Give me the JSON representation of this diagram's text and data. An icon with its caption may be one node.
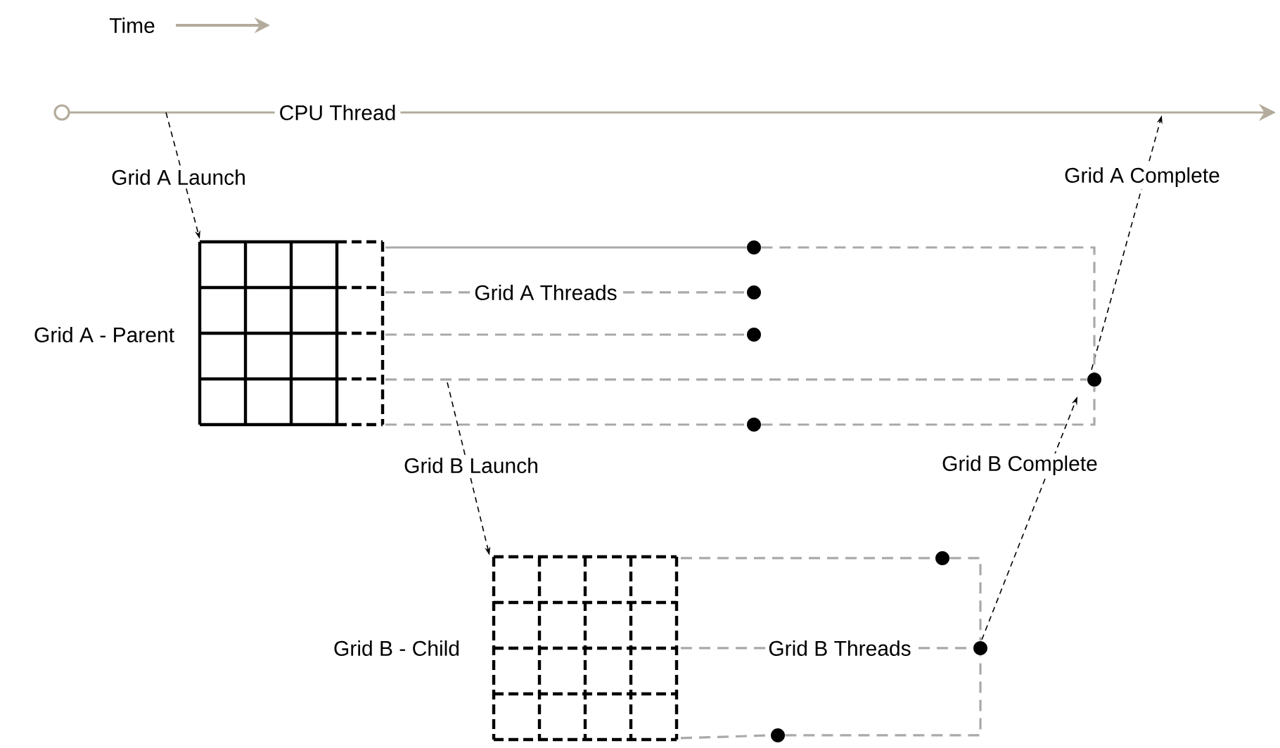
{
  "diagram": {
    "nodes": [
      {
        "text": [
          "CPU Thread"
        ]
      },
      {
        "text": [],
        "shape": "grid",
        "beside": [
          "Grid A - Parent"
        ]
      },
      {
        "text": [],
        "shape": "circle"
      },
      {
        "text": [],
        "shape": "circle"
      },
      {
        "text": [],
        "shape": "circle"
      },
      {
        "text": [],
        "shape": "circle"
      },
      {
        "text": [],
        "shape": "circle"
      },
      {
        "text": [],
        "shape": "grid",
        "beside": [
          "Grid B - Child"
        ]
      },
      {
        "text": [],
        "shape": "circle"
      },
      {
        "text": [],
        "shape": "circle"
      },
      {
        "text": [],
        "shape": "circle"
      }
    ],
    "edges": [
      {
        "from": 0,
        "to": 1,
        "arrow": "to",
        "style": "dashed",
        "color": "#000000",
        "label": "Grid A Launch"
      },
      {
        "from": 5,
        "to": 0,
        "arrow": "to",
        "style": "dashed",
        "color": "#000000",
        "label": "Grid A Complete"
      },
      {
        "from": 1,
        "to": 7,
        "arrow": "to",
        "style": "dashed",
        "color": "#000000",
        "label": "Grid B Launch"
      },
      {
        "from": 9,
        "to": 5,
        "arrow": "to",
        "style": "dashed",
        "color": "#000000",
        "label": "Grid B Complete"
      },
      {
        "from": 1,
        "to": 2,
        "arrow": "none"
      },
      {
        "from": 1,
        "to": 3,
        "arrow": "none",
        "style": "dashed",
        "label": "Grid A Threads"
      },
      {
        "from": 1,
        "to": 4,
        "arrow": "none",
        "style": "dashed"
      },
      {
        "from": 1,
        "to": 5,
        "arrow": "none",
        "style": "dashed"
      },
      {
        "from": 1,
        "to": 6,
        "arrow": "none",
        "style": "dashed"
      },
      {
        "from": 2,
        "to": 5,
        "arrow": "none",
        "style": "dashed"
      },
      {
        "from": 6,
        "to": 5,
        "arrow": "none",
        "style": "dashed"
      },
      {
        "from": 7,
        "to": 8,
        "arrow": "none",
        "style": "dashed"
      },
      {
        "from": 7,
        "to": 9,
        "arrow": "none",
        "style": "dashed",
        "label": "Grid B Threads"
      },
      {
        "from": 7,
        "to": 10,
        "arrow": "none",
        "style": "dashed"
      },
      {
        "from": 8,
        "to": 9,
        "arrow": "none",
        "style": "dashed"
      },
      {
        "from": 10,
        "to": 9,
        "arrow": "none",
        "style": "dashed"
      }
    ],
    "labels": [
      "Time"
    ]
  }
}
